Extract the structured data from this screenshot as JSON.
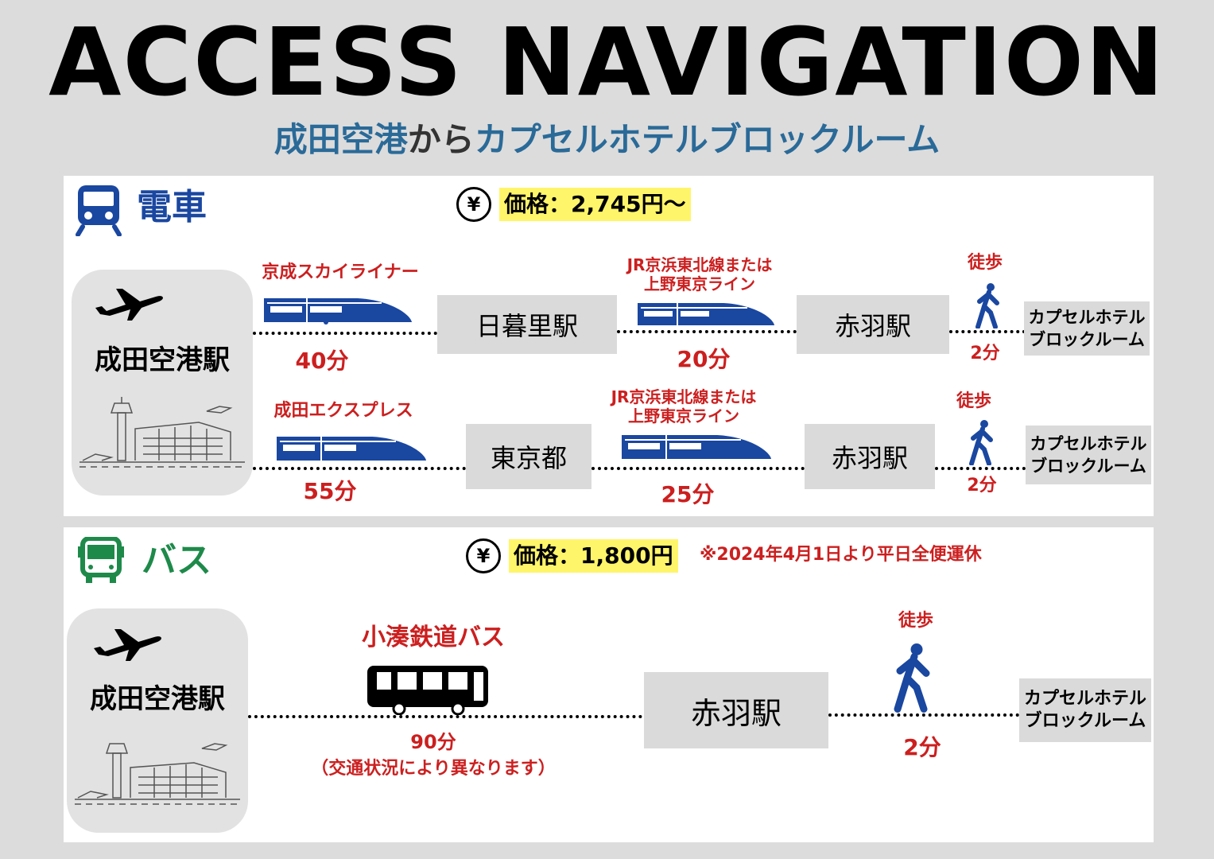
{
  "header": {
    "title": "ACCESS NAVIGATION",
    "subtitle_part1": "成田空港",
    "subtitle_part2": "から",
    "subtitle_part3": "カプセルホテルブロックルーム"
  },
  "colors": {
    "title": "#000000",
    "subtitle_blue": "#2a6a98",
    "train_blue": "#1a47a0",
    "bus_green": "#1e8a4a",
    "route_red": "#cc1f1f",
    "price_highlight": "#fff56a",
    "station_box": "#dadada"
  },
  "train": {
    "title": "電車",
    "icon": "train-icon",
    "price": "価格：2,745円〜",
    "origin": "成田空港駅",
    "routes": [
      {
        "line1": "京成スカイライナー",
        "time1": "40分",
        "station1": "日暮里駅",
        "line2": "JR京浜東北線または\n上野東京ライン",
        "line2a": "JR京浜東北線または",
        "line2b": "上野東京ライン",
        "time2": "20分",
        "station2": "赤羽駅",
        "walk_label": "徒歩",
        "walk_time": "2分",
        "dest_line1": "カプセルホテル",
        "dest_line2": "ブロックルーム"
      },
      {
        "line1": "成田エクスプレス",
        "time1": "55分",
        "station1": "東京都",
        "line2a": "JR京浜東北線または",
        "line2b": "上野東京ライン",
        "time2": "25分",
        "station2": "赤羽駅",
        "walk_label": "徒歩",
        "walk_time": "2分",
        "dest_line1": "カプセルホテル",
        "dest_line2": "ブロックルーム"
      }
    ]
  },
  "bus": {
    "title": "バス",
    "icon": "bus-icon",
    "price": "価格：1,800円",
    "note": "※2024年4月1日より平日全便運休",
    "origin": "成田空港駅",
    "line": "小湊鉄道バス",
    "time": "90分",
    "time_note": "（交通状況により異なります）",
    "station": "赤羽駅",
    "walk_label": "徒歩",
    "walk_time": "2分",
    "dest_line1": "カプセルホテル",
    "dest_line2": "ブロックルーム"
  }
}
